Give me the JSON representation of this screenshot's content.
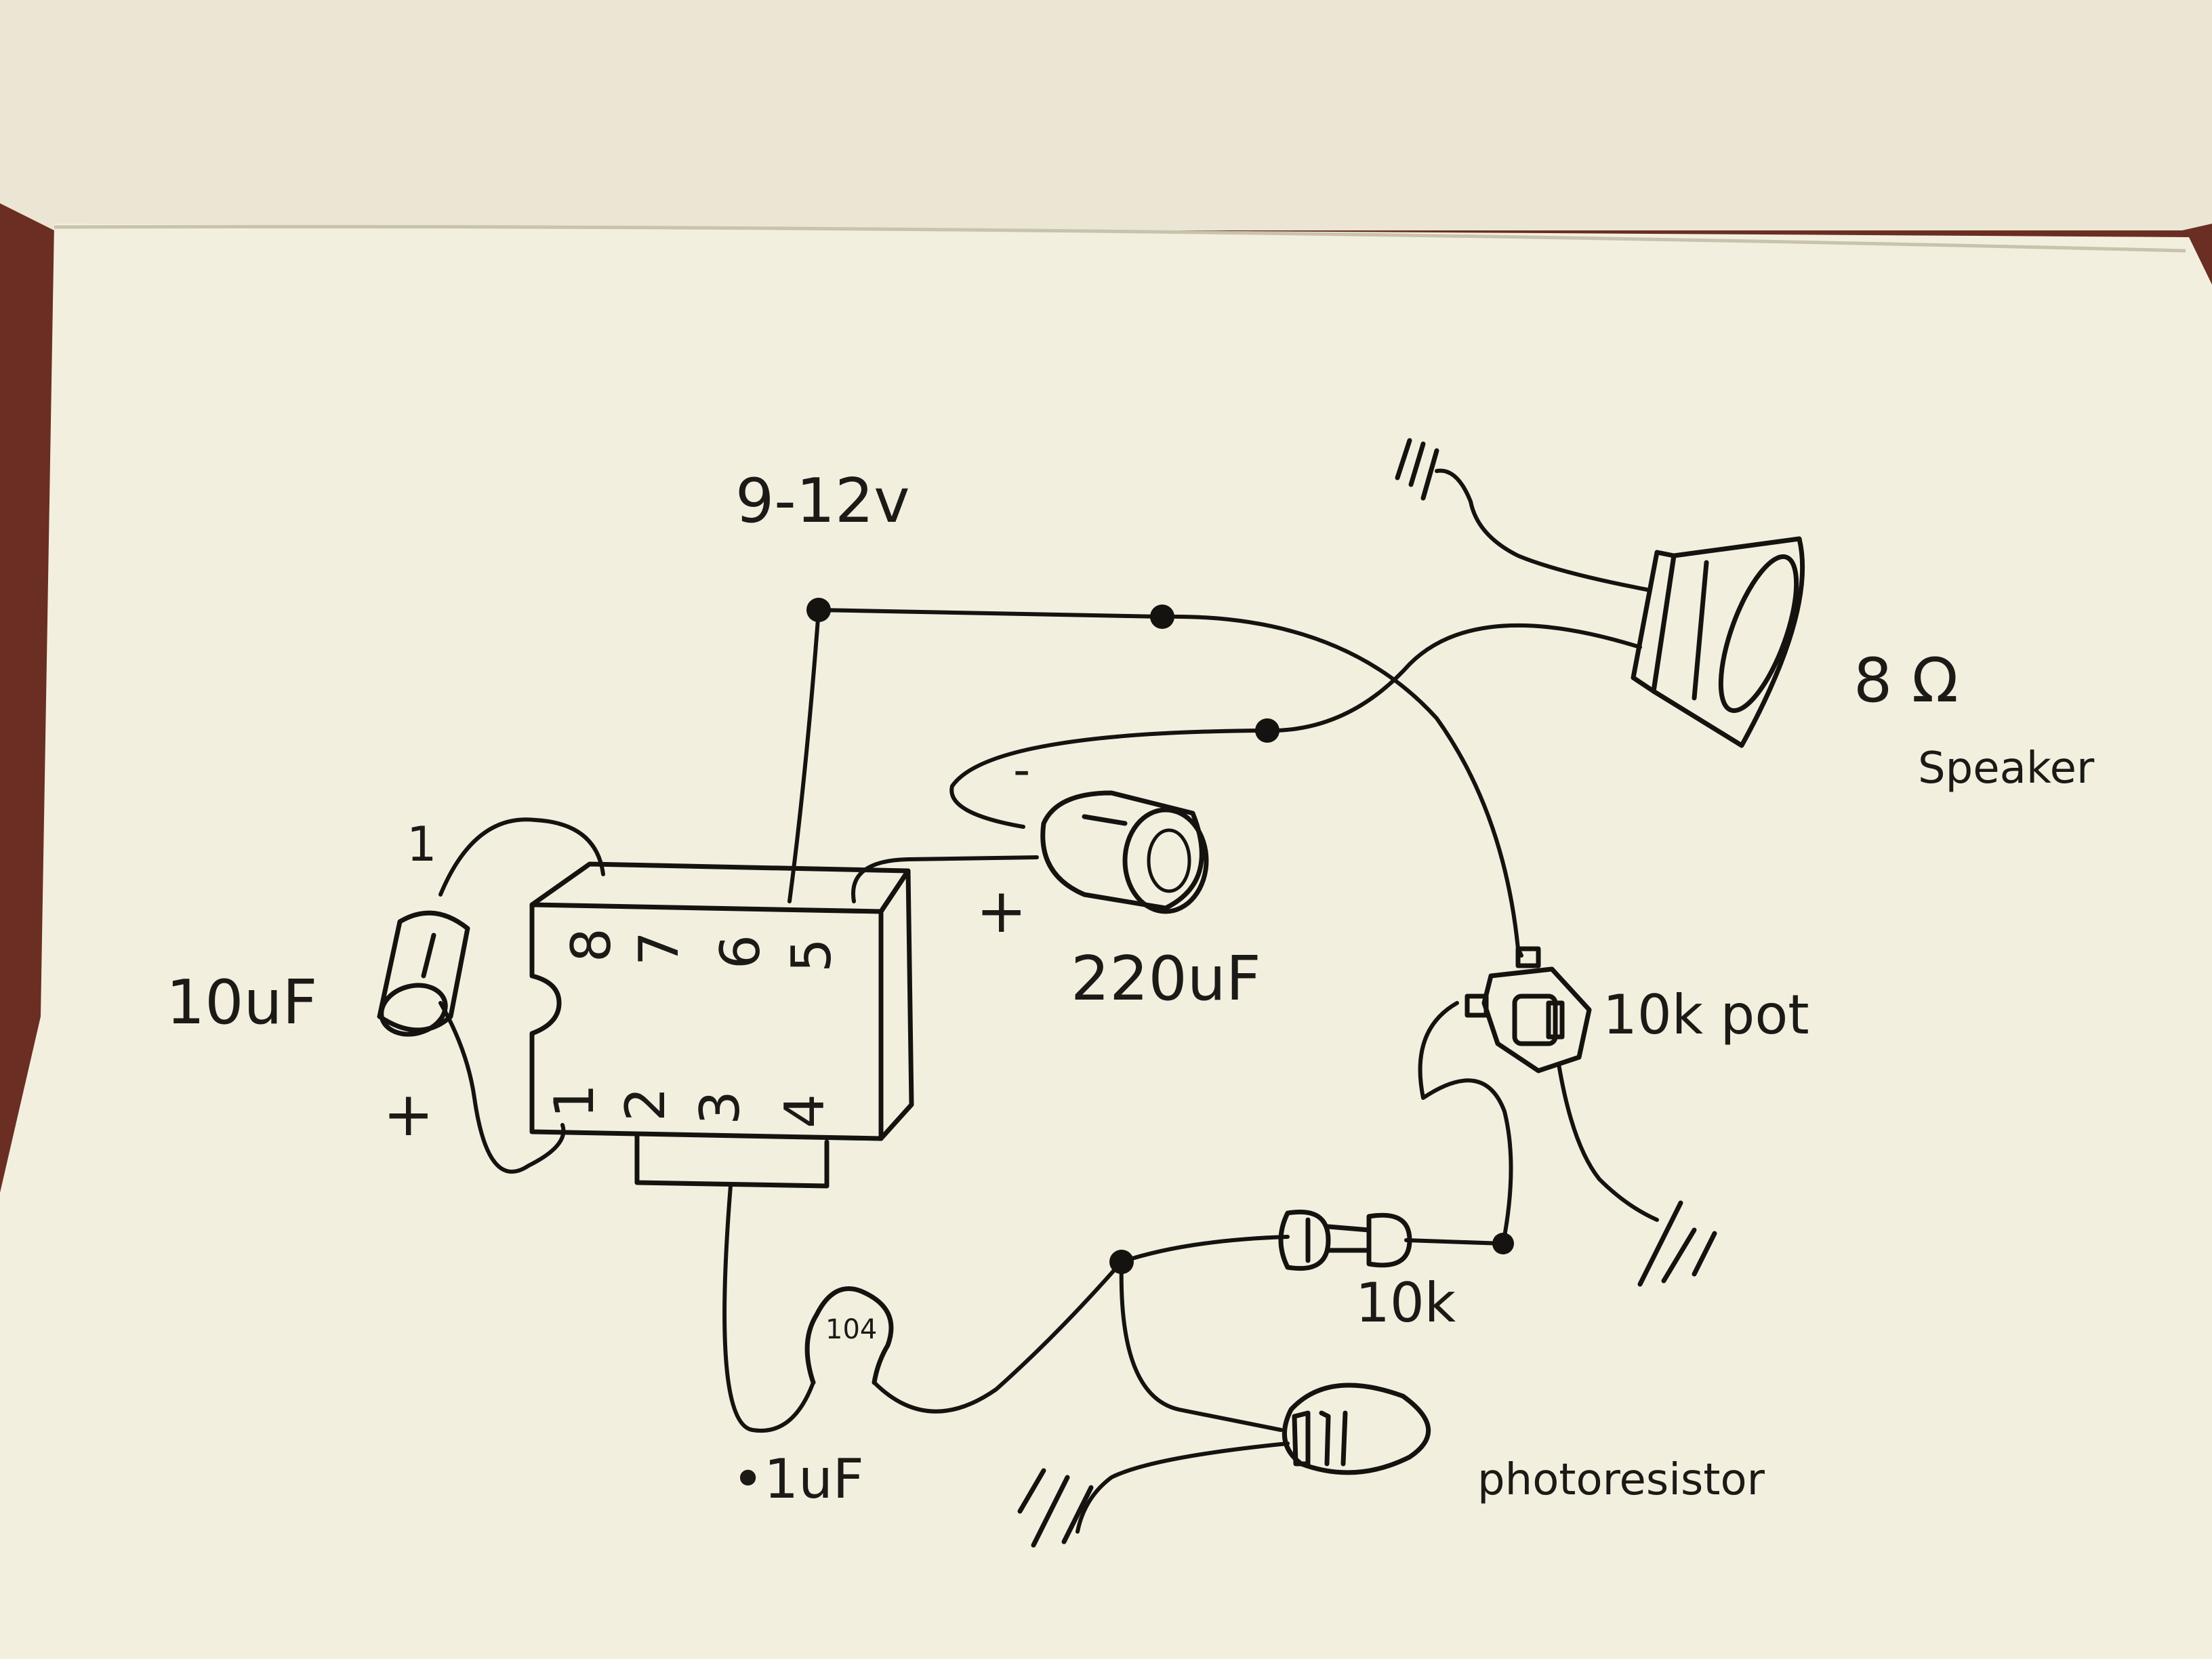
{
  "labels": {
    "supply": "9-12v",
    "speaker_ohms": "8 Ω",
    "speaker": "Speaker",
    "cap_220": "220uF",
    "cap_220_pol_neg": "-",
    "cap_220_pol_pos": "+",
    "cap_10": "10uF",
    "cap_10_pol_neg": "1",
    "cap_10_pol_pos": "+",
    "pot": "10k pot",
    "resistor": "10k",
    "cap_01": "•1uF",
    "cap_01_code": "104",
    "photoresistor": "photoresistor",
    "pin8": "8",
    "pin7": "7",
    "pin6": "6",
    "pin5": "5",
    "pin1": "1",
    "pin2": "2",
    "pin3": "3",
    "pin4": "4"
  },
  "colors": {
    "paper": "#f3efdf",
    "ink": "#15130f",
    "table": "#6a2f22"
  }
}
